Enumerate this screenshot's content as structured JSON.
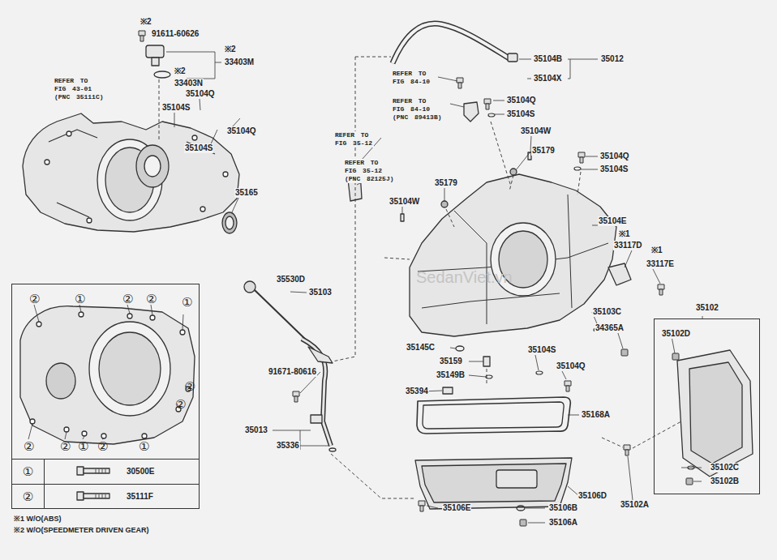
{
  "diagram": {
    "nodes": [
      {
        "text": [
          "②",
          "①",
          "②",
          "②",
          "①",
          "②",
          "②",
          "②",
          "②",
          "①",
          "②",
          "①"
        ]
      },
      {
        "text": [
          "①"
        ],
        "in": 0
      },
      {
        "text": [
          "30500E"
        ],
        "in": 0
      },
      {
        "text": [
          "②"
        ],
        "in": 0
      },
      {
        "text": [
          "35111F"
        ],
        "in": 0
      },
      {
        "text": [
          "35102",
          "35102D",
          "35102C",
          "35102B"
        ]
      }
    ],
    "edges": [],
    "labels": [
      "※2",
      "91611-60626",
      "※2",
      "33403M",
      "※2",
      "33403N",
      "REFER TO FIG 43-01 (PNC 35111C)",
      "35104Q",
      "35104S",
      "35104Q",
      "35104S",
      "35165",
      "35104B",
      "35012",
      "35104X",
      "REFER TO FIG 84-10",
      "REFER TO FIG 84-10 (PNC 89413B)",
      "35104Q",
      "35104S",
      "35104W",
      "35179",
      "35104Q",
      "35104S",
      "REFER TO FIG 35-12",
      "REFER TO FIG 35-12 (PNC 82125J)",
      "35179",
      "35104W",
      "35104E",
      "※1",
      "33117D",
      "※1",
      "33117E",
      "SedanViet.vn",
      "35530D",
      "35103",
      "35103C",
      "34365A",
      "35145C",
      "35159",
      "35104S",
      "35104Q",
      "35149B",
      "91671-80616",
      "35394",
      "35168A",
      "35013",
      "35336",
      "35106D",
      "35102A",
      "35106E",
      "35106B",
      "35106A",
      "※1 W/O(ABS)",
      "※2 W/O(SPEEDMETER DRIVEN GEAR)"
    ]
  }
}
